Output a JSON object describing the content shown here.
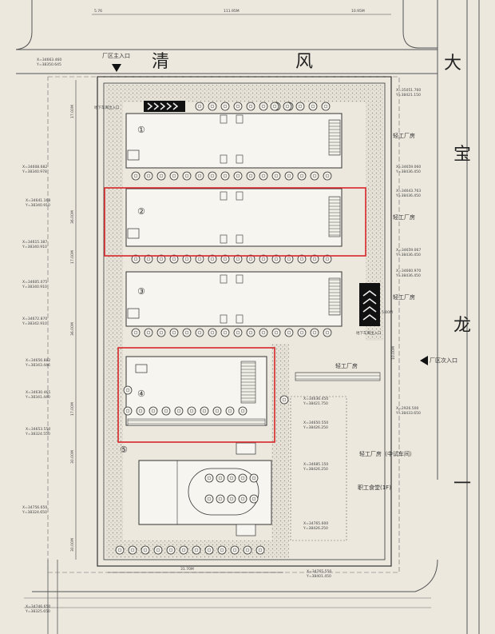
{
  "roads": {
    "north_1": "清",
    "north_2": "风",
    "east_1": "大",
    "east_2": "宝",
    "east_3": "龙",
    "east_4": "一"
  },
  "entrances": {
    "north_gate": "厂区主入口",
    "east_gate": "厂区次入口",
    "garage_north": "地下车库出入口",
    "garage_east": "地下车库出入口"
  },
  "buildings": {
    "b1": {
      "number": "①",
      "label": "轻工厂房"
    },
    "b2": {
      "number": "②",
      "label": "轻工厂房"
    },
    "b3": {
      "number": "③",
      "label": "轻工厂房"
    },
    "b4": {
      "number": "④",
      "label": "轻工厂房"
    },
    "b5": {
      "number": "⑤"
    },
    "b5_label": "轻工厂房（中试车间）",
    "canteen": "职工食堂(1F)"
  },
  "dims": {
    "top_1": "5.76",
    "top_2": "111.95M",
    "top_3": "10.95M",
    "left_1": "17.00M",
    "left_2": "36.00M",
    "left_3": "17.00M",
    "left_4": "36.00M",
    "left_5": "17.00M",
    "left_6": "30.00M",
    "left_7": "30.00M",
    "bottom_1": "31.70M",
    "gate_width": "10.00M",
    "ramp_3": "5.00M"
  },
  "coords": {
    "tl_a": "X=34663.460",
    "tl_b": "Y=38350.645",
    "l1_a": "X=34608.682",
    "l1_b": "Y=38340.978",
    "l2_a": "X=34641.168",
    "l2_b": "Y=38340.910",
    "l3_a": "X=34615.387",
    "l3_b": "Y=38340.910",
    "l4_a": "X=34605.075",
    "l4_b": "Y=38340.910",
    "l5_a": "X=34672.870",
    "l5_b": "Y=38342.910",
    "l6_a": "X=34656.882",
    "l6_b": "Y=38343.446",
    "l7_a": "X=34630.465",
    "l7_b": "Y=38341.440",
    "l8_a": "X=34653.550",
    "l8_b": "Y=38324.550",
    "l9_a": "X=34756.650",
    "l9_b": "Y=38324.650",
    "bl_a": "X=34746.650",
    "bl_b": "Y=38325.650",
    "r1_a": "X=35051.760",
    "r1_b": "Y=38421.150",
    "r2_a": "X=34659.060",
    "r2_b": "Y=38436.450",
    "r3_a": "X=34643.763",
    "r3_b": "Y=38436.450",
    "r4_a": "X=34659.067",
    "r4_b": "Y=38436.450",
    "r5_a": "X=34660.970",
    "r5_b": "Y=38436.450",
    "r6_a": "X=34636.450",
    "r6_b": "Y=38421.750",
    "r7_a": "X=34650.550",
    "r7_b": "Y=38426.250",
    "r8_a": "X=34685.150",
    "r8_b": "Y=38426.250",
    "r9_a": "X=34765.600",
    "r9_b": "Y=38426.250",
    "r10_a": "X=2926.500",
    "r10_b": "Y=38433.650",
    "br_a": "X=34765.550",
    "br_b": "Y=38401.450"
  },
  "colors": {
    "highlight": "#d8262a",
    "line": "#333333",
    "hatch": "#8a8a8a"
  }
}
